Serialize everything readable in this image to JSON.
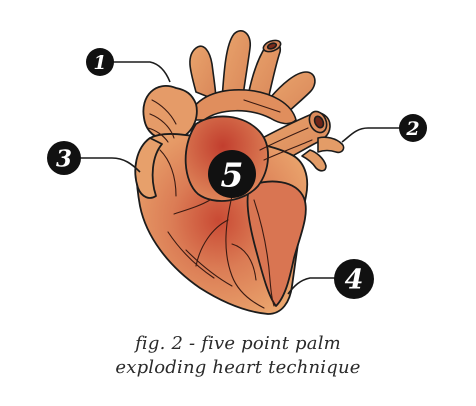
{
  "caption": {
    "line1": "fig. 2 - five point palm",
    "line2": "exploding heart technique"
  },
  "markers": [
    {
      "label": "1"
    },
    {
      "label": "2"
    },
    {
      "label": "3"
    },
    {
      "label": "4"
    },
    {
      "label": "5"
    }
  ],
  "colors": {
    "heart_light": "#e8a16a",
    "heart_mid": "#d97d55",
    "heart_dark": "#b9472e",
    "outline": "#1c1c1c",
    "marker_fill": "#111111"
  }
}
